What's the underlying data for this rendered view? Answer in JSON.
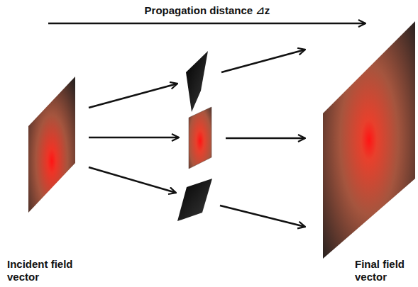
{
  "diagram": {
    "labels": [
      "Propagation distance ⊿z",
      "Incident field vector",
      "Final field vector"
    ]
  }
}
